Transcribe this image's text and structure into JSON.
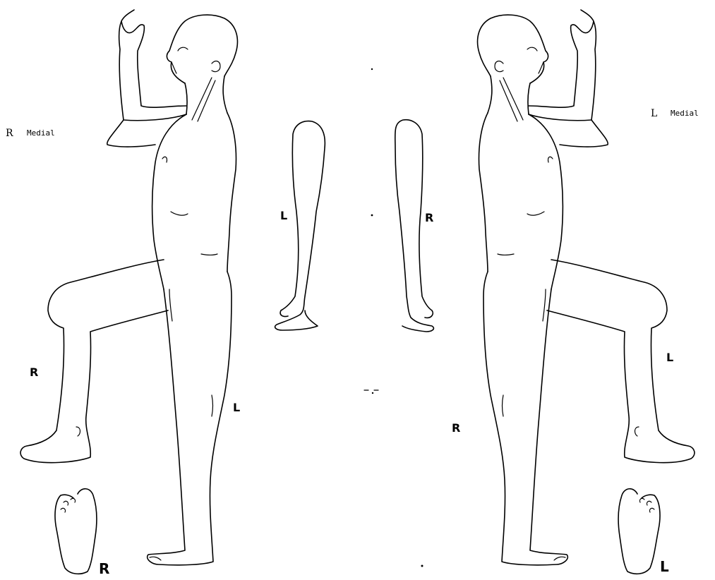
{
  "side_labels": {
    "right": {
      "letter": "R",
      "word": "Medial"
    },
    "left": {
      "letter": "L",
      "word": "Medial"
    }
  },
  "limb_labels": {
    "right_figure_forward_leg": "R",
    "right_figure_back_leg": "L",
    "left_figure_back_leg": "R",
    "left_figure_forward_leg": "L",
    "arm_left_view": "L",
    "arm_right_view": "R",
    "foot_right": "R",
    "foot_left": "L"
  },
  "colors": {
    "line": "#000000",
    "background": "#ffffff"
  }
}
